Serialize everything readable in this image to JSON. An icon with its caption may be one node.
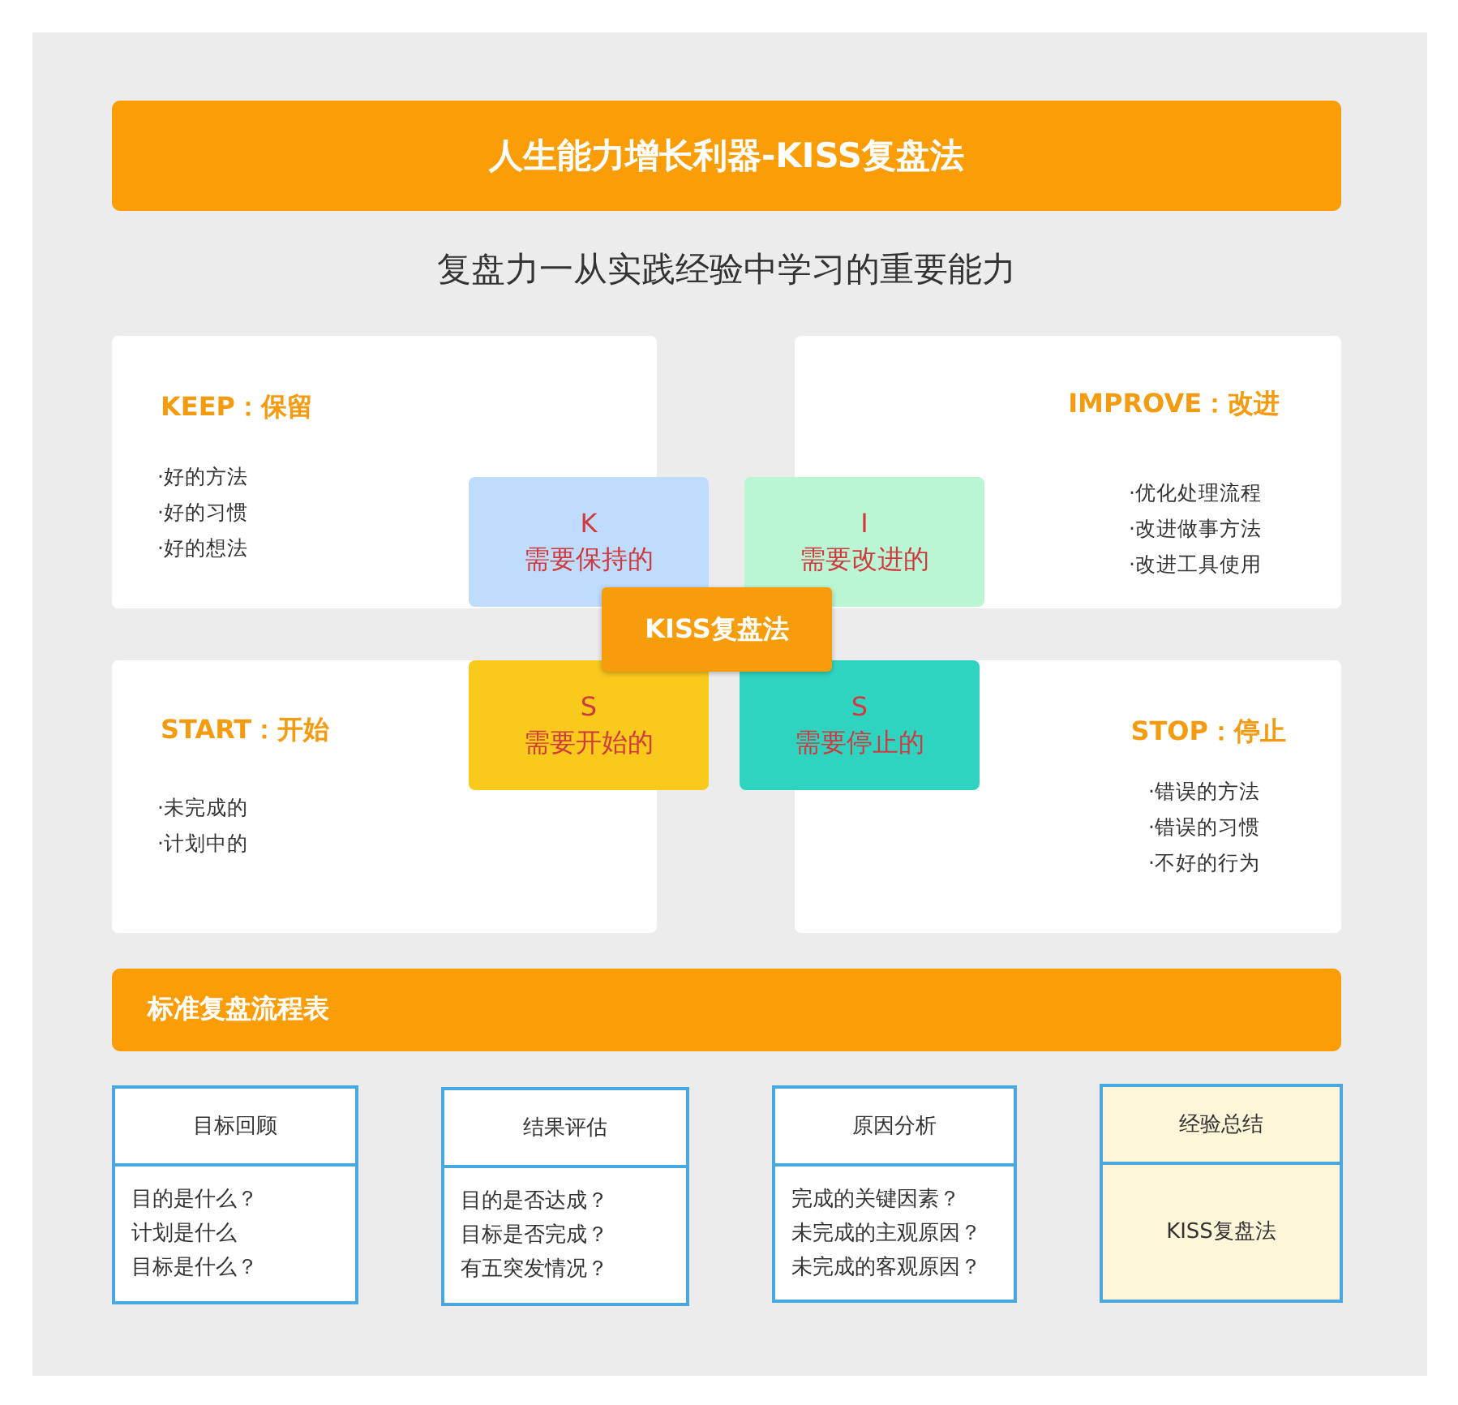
{
  "diagram": {
    "title": "人生能力增长利器-KISS复盘法",
    "nodes": [
      {
        "text": [
          "KEEP：保留",
          "·好的方法",
          "·好的习惯",
          "·好的想法"
        ]
      },
      {
        "text": [
          "IMPROVE：改进",
          "·优化处理流程",
          "·改进做事方法",
          "·改进工具使用"
        ]
      },
      {
        "text": [
          "START：开始",
          "·未完成的",
          "·计划中的"
        ]
      },
      {
        "text": [
          "STOP：停止",
          "·错误的方法",
          "·错误的习惯",
          "·不好的行为"
        ]
      },
      {
        "text": [
          "K",
          "需要保持的"
        ]
      },
      {
        "text": [
          "I",
          "需要改进的"
        ]
      },
      {
        "text": [
          "S",
          "需要开始的"
        ]
      },
      {
        "text": [
          "S",
          "需要停止的"
        ]
      },
      {
        "text": [
          "KISS复盘法"
        ]
      },
      {
        "text": [
          "标准复盘流程表"
        ]
      },
      {
        "text": [
          "目标回顾",
          "目的是什么？",
          "计划是什么",
          "目标是什么？"
        ]
      },
      {
        "text": [
          "结果评估",
          "目的是否达成？",
          "目标是否完成？",
          "有五突发情况？"
        ]
      },
      {
        "text": [
          "原因分析",
          "完成的关键因素？",
          "未完成的主观原因？",
          "未完成的客观原因？"
        ]
      },
      {
        "text": [
          "经验总结",
          "KISS复盘法"
        ]
      }
    ],
    "labels": [
      "复盘力一从实践经验中学习的重要能力"
    ]
  }
}
